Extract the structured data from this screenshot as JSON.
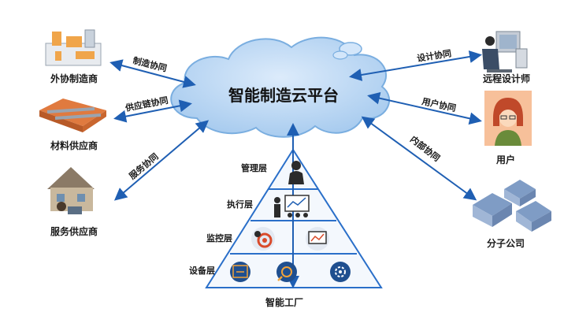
{
  "platform": {
    "title": "智能制造云平台"
  },
  "nodes": {
    "outsourcing": "外协制造商",
    "material": "材料供应商",
    "service": "服务供应商",
    "designer": "远程设计师",
    "user": "用户",
    "subsidiary": "分子公司"
  },
  "edges": {
    "manufacturing": "制造协同",
    "supply_chain": "供应链协同",
    "service": "服务协同",
    "design": "设计协同",
    "user": "用户协同",
    "internal": "内部协同"
  },
  "pyramid": {
    "layers": [
      "管理层",
      "执行层",
      "监控层",
      "设备层"
    ],
    "base_label": "智能工厂"
  },
  "colors": {
    "cloud": "#bcd9f5",
    "cloud_stroke": "#7aaee0",
    "arrow": "#1f5fb3",
    "pyramid_line": "#2a6fc9"
  }
}
